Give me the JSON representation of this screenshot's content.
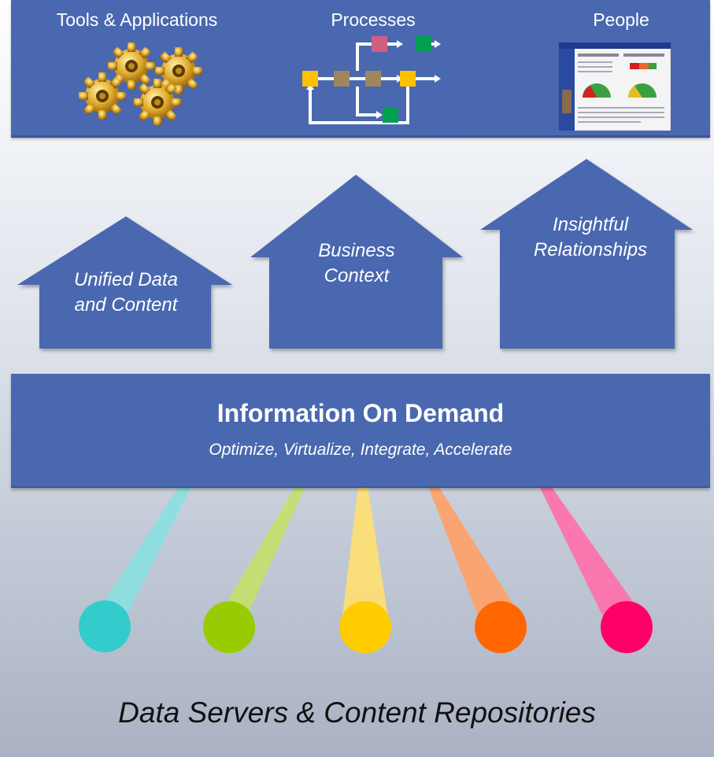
{
  "top_banner": {
    "columns": [
      {
        "title": "Tools & Applications",
        "icon": "gears-icon"
      },
      {
        "title": "Processes",
        "icon": "process-flow-icon"
      },
      {
        "title": "People",
        "icon": "dashboard-screenshot-icon"
      }
    ]
  },
  "pillars": [
    {
      "line1": "Unified Data",
      "line2": "and Content"
    },
    {
      "line1": "Business",
      "line2": "Context"
    },
    {
      "line1": "Insightful",
      "line2": "Relationships"
    }
  ],
  "foundation": {
    "title": "Information On Demand",
    "subtitle": "Optimize, Virtualize, Integrate, Accelerate"
  },
  "sources": [
    {
      "color": "#33cccc",
      "beam_color": "#88e0e0",
      "icon": "data-source-dot"
    },
    {
      "color": "#99cc00",
      "beam_color": "#c4e06a",
      "icon": "data-source-dot"
    },
    {
      "color": "#ffcc00",
      "beam_color": "#ffe070",
      "icon": "data-source-dot"
    },
    {
      "color": "#ff6600",
      "beam_color": "#ffa066",
      "icon": "data-source-dot"
    },
    {
      "color": "#ff0066",
      "beam_color": "#ff6fa8",
      "icon": "data-source-dot"
    }
  ],
  "footer": {
    "caption": "Data Servers & Content Repositories"
  }
}
